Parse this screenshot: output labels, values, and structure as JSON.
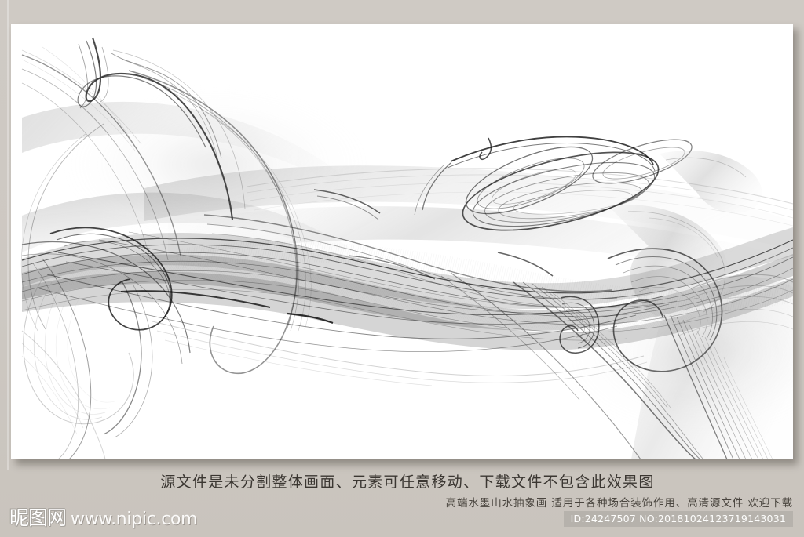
{
  "frame": {
    "background_color": "#cdc8c2",
    "canvas_color": "#ffffff"
  },
  "artwork": {
    "title_alt": "abstract ink smoke artwork",
    "style": "chinese ink wash abstract smoke",
    "palette": [
      "#000000",
      "#333333",
      "#777777",
      "#bbbbbb",
      "#ffffff"
    ]
  },
  "caption": {
    "main": "源文件是未分割整体画面、元素可任意移动、下载文件不包含此效果图",
    "sub": "高端水墨山水抽象画  适用于各种场合装饰作用、高清源文件  欢迎下载",
    "id_badge": "ID:24247507 NO:20181024123719143031",
    "main_color": "#3b3732",
    "badge_bg": "#b6b2ac"
  },
  "watermark": {
    "brand_cn": "昵图网",
    "url": "www.nipic.com",
    "color": "#ffffff"
  }
}
